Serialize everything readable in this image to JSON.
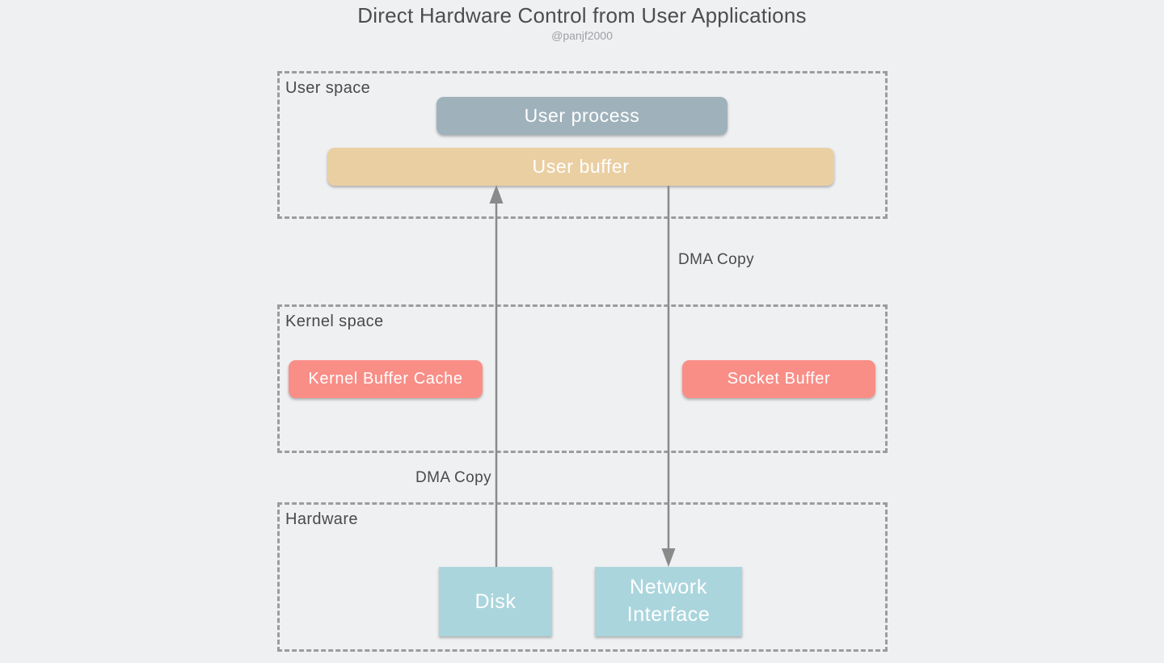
{
  "title": "Direct Hardware Control from User Applications",
  "author": "@panjf2000",
  "zones": [
    {
      "id": "user-space",
      "label": "User space"
    },
    {
      "id": "kernel-space",
      "label": "Kernel space"
    },
    {
      "id": "hardware",
      "label": "Hardware"
    }
  ],
  "nodes": {
    "user_process": {
      "label": "User process",
      "color": "#9FB2BC"
    },
    "user_buffer": {
      "label": "User buffer",
      "color": "#EACFA3"
    },
    "kernel_buffer_cache": {
      "label": "Kernel Buffer Cache",
      "color": "#F98E87"
    },
    "socket_buffer": {
      "label": "Socket Buffer",
      "color": "#F98E87"
    },
    "disk": {
      "label": "Disk",
      "color": "#ABD5DD"
    },
    "network_interface": {
      "label": "Network Interface",
      "color": "#ABD5DD"
    }
  },
  "edges": [
    {
      "from": "disk",
      "to": "user_buffer",
      "label": "DMA Copy",
      "direction": "up"
    },
    {
      "from": "user_buffer",
      "to": "network_interface",
      "label": "DMA Copy",
      "direction": "down"
    }
  ],
  "colors": {
    "background": "#EFF0F2",
    "zone_border": "#9C9C9C",
    "arrow": "#8A8A8A",
    "text_dark": "#4A4A4A",
    "node_text": "#FFFFFF"
  }
}
